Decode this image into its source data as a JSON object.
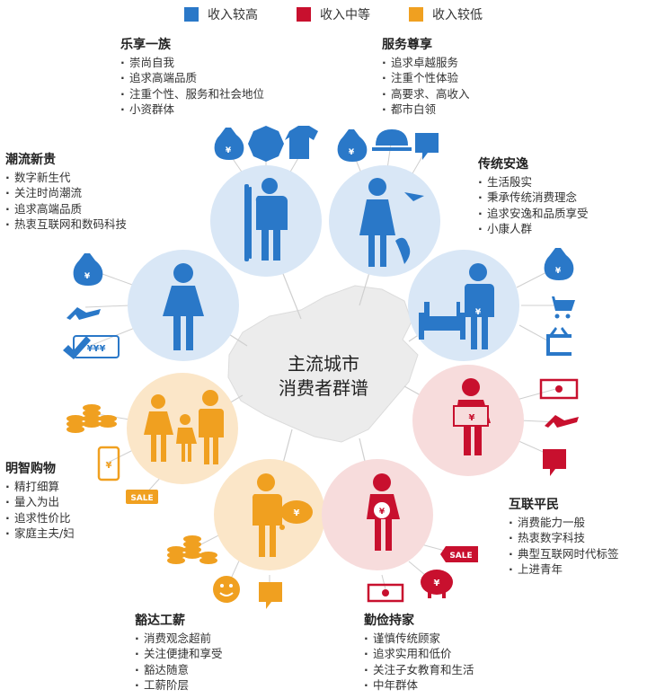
{
  "legend": [
    {
      "label": "收入较高",
      "color": "#2a78c8"
    },
    {
      "label": "收入中等",
      "color": "#c8102e"
    },
    {
      "label": "收入较低",
      "color": "#f0a020"
    }
  ],
  "center": {
    "line1": "主流城市",
    "line2": "消费者群谱"
  },
  "groups": [
    {
      "title": "乐享一族",
      "items": [
        "崇尚自我",
        "追求高端品质",
        "注重个性、服务和社会地位",
        "小资群体"
      ],
      "income": "high"
    },
    {
      "title": "服务尊享",
      "items": [
        "追求卓越服务",
        "注重个性体验",
        "高要求、高收入",
        "都市白领"
      ],
      "income": "high"
    },
    {
      "title": "潮流新贵",
      "items": [
        "数字新生代",
        "关注时尚潮流",
        "追求高端品质",
        "热衷互联网和数码科技"
      ],
      "income": "high"
    },
    {
      "title": "传统安逸",
      "items": [
        "生活殷实",
        "秉承传统消费理念",
        "追求安逸和品质享受",
        "小康人群"
      ],
      "income": "high"
    },
    {
      "title": "明智购物",
      "items": [
        "精打细算",
        "量入为出",
        "追求性价比",
        "家庭主夫/妇"
      ],
      "income": "low"
    },
    {
      "title": "互联平民",
      "items": [
        "消费能力一般",
        "热衷数字科技",
        "典型互联网时代标签",
        "上进青年"
      ],
      "income": "mid"
    },
    {
      "title": "豁达工薪",
      "items": [
        "消费观念超前",
        "关注便捷和享受",
        "豁达随意",
        "工薪阶层"
      ],
      "income": "low"
    },
    {
      "title": "勤俭持家",
      "items": [
        "谨慎传统顾家",
        "追求实用和低价",
        "关注子女教育和生活",
        "中年群体"
      ],
      "income": "mid"
    }
  ],
  "icon_labels": {
    "money": "¥",
    "tag": "¥¥¥",
    "sale": "SALE"
  },
  "colors": {
    "high": "#2a78c8",
    "mid": "#c8102e",
    "low": "#f0a020",
    "high_bg": "#d9e7f6",
    "mid_bg": "#f7dcdc",
    "low_bg": "#fbe6c8"
  }
}
